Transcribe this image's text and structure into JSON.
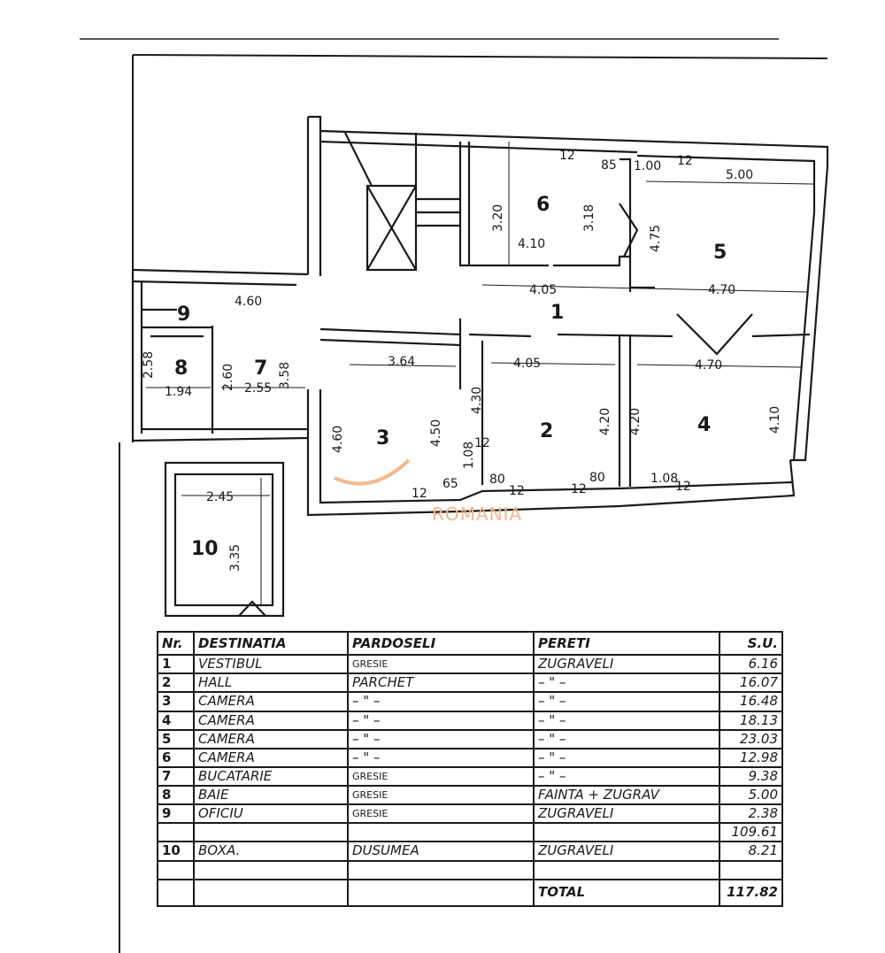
{
  "plan": {
    "rooms": [
      {
        "id": "1",
        "label": "1"
      },
      {
        "id": "2",
        "label": "2"
      },
      {
        "id": "3",
        "label": "3"
      },
      {
        "id": "4",
        "label": "4"
      },
      {
        "id": "5",
        "label": "5"
      },
      {
        "id": "6",
        "label": "6"
      },
      {
        "id": "7",
        "label": "7"
      },
      {
        "id": "8",
        "label": "8"
      },
      {
        "id": "9",
        "label": "9"
      },
      {
        "id": "10",
        "label": "10"
      }
    ],
    "dimensions": [
      "5.00",
      "4.75",
      "3.20",
      "4.10",
      "3.18",
      "4.05",
      "4.70",
      "4.70",
      "3.64",
      "4.05",
      "4.30",
      "4.50",
      "4.20",
      "4.20",
      "4.10",
      "4.60",
      "3.58",
      "2.60",
      "2.55",
      "2.58",
      "1.94",
      "4.60",
      "2.45",
      "3.35",
      "1.08",
      "1.08",
      "1.00",
      "12",
      "12",
      "12",
      "12",
      "12",
      "12",
      "12",
      "85",
      "80",
      "80",
      "65"
    ],
    "watermark": "ROMANIA"
  },
  "schedule": {
    "headers": {
      "nr": "Nr.",
      "destinatia": "DESTINATIA",
      "pardoseli": "PARDOSELI",
      "pereti": "PERETI",
      "su": "S.U."
    },
    "rows": [
      {
        "nr": "1",
        "destinatia": "VESTIBUL",
        "pardoseli": "GRESIE",
        "pereti": "ZUGRAVELI",
        "su": "6.16"
      },
      {
        "nr": "2",
        "destinatia": "HALL",
        "pardoseli": "PARCHET",
        "pereti": "– \" –",
        "su": "16.07"
      },
      {
        "nr": "3",
        "destinatia": "CAMERA",
        "pardoseli": "– \" –",
        "pereti": "– \" –",
        "su": "16.48"
      },
      {
        "nr": "4",
        "destinatia": "CAMERA",
        "pardoseli": "– \" –",
        "pereti": "– \" –",
        "su": "18.13"
      },
      {
        "nr": "5",
        "destinatia": "CAMERA",
        "pardoseli": "– \" –",
        "pereti": "– \" –",
        "su": "23.03"
      },
      {
        "nr": "6",
        "destinatia": "CAMERA",
        "pardoseli": "– \" –",
        "pereti": "– \" –",
        "su": "12.98"
      },
      {
        "nr": "7",
        "destinatia": "BUCATARIE",
        "pardoseli": "GRESIE",
        "pereti": "– \" –",
        "su": "9.38"
      },
      {
        "nr": "8",
        "destinatia": "BAIE",
        "pardoseli": "GRESIE",
        "pereti": "FAINTA + ZUGRAV",
        "su": "5.00"
      },
      {
        "nr": "9",
        "destinatia": "OFICIU",
        "pardoseli": "GRESIE",
        "pereti": "ZUGRAVELI",
        "su": "2.38"
      },
      {
        "nr": "",
        "destinatia": "",
        "pardoseli": "",
        "pereti": "",
        "su": "109.61"
      },
      {
        "nr": "10",
        "destinatia": "BOXA.",
        "pardoseli": "DUSUMEA",
        "pereti": "ZUGRAVELI",
        "su": "8.21"
      },
      {
        "nr": "",
        "destinatia": "",
        "pardoseli": "",
        "pereti": "",
        "su": ""
      }
    ],
    "total_label": "TOTAL",
    "total_value": "117.82"
  }
}
